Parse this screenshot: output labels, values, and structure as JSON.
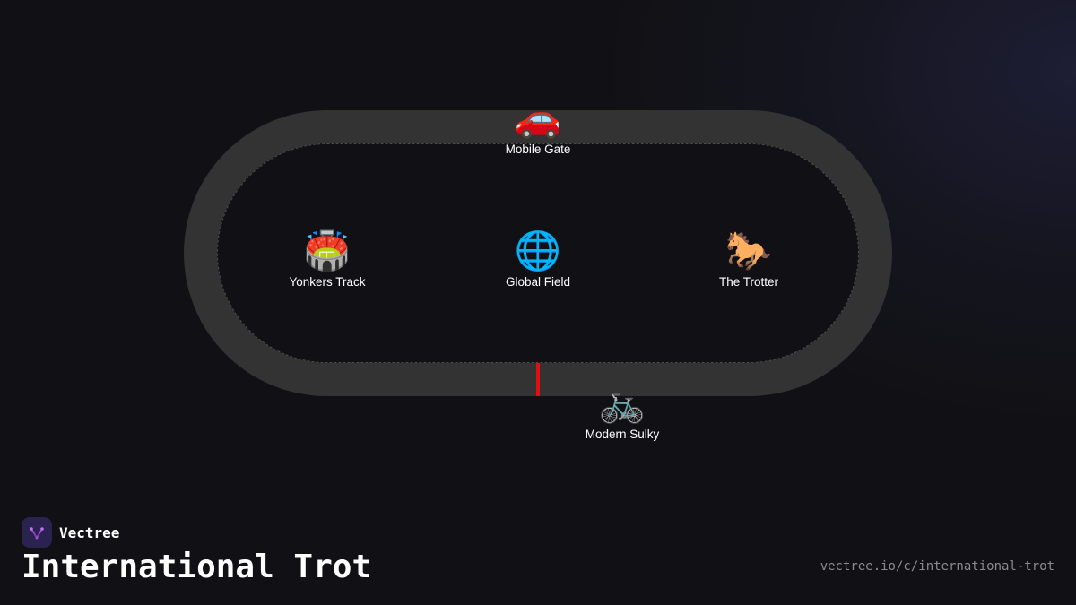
{
  "diagram": {
    "nodes": [
      {
        "id": "mobile-gate",
        "icon": "car-icon",
        "glyph": "🚗",
        "label": "Mobile Gate"
      },
      {
        "id": "yonkers-track",
        "icon": "stadium-icon",
        "glyph": "🏟️",
        "label": "Yonkers Track"
      },
      {
        "id": "global-field",
        "icon": "globe-icon",
        "glyph": "🌐",
        "label": "Global Field"
      },
      {
        "id": "the-trotter",
        "icon": "horse-icon",
        "glyph": "🐎",
        "label": "The Trotter"
      },
      {
        "id": "modern-sulky",
        "icon": "bicycle-icon",
        "glyph": "🚲",
        "label": "Modern Sulky"
      }
    ],
    "track": {
      "color": "#333333",
      "finish_line_color": "#e01010"
    }
  },
  "brand": {
    "name": "Vectree",
    "logo_icon": "vectree-logo-icon",
    "accent": "#b055e0"
  },
  "title": "International Trot",
  "url": "vectree.io/c/international-trot"
}
